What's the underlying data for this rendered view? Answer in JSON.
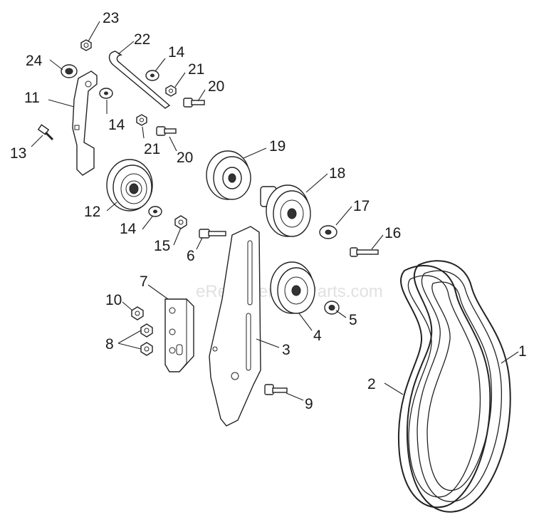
{
  "watermark": "eReplacementParts.com",
  "labels": {
    "p1": "1",
    "p2": "2",
    "p3": "3",
    "p4": "4",
    "p5": "5",
    "p6": "6",
    "p7": "7",
    "p8": "8",
    "p9": "9",
    "p10": "10",
    "p11": "11",
    "p12": "12",
    "p13": "13",
    "p14a": "14",
    "p14b": "14",
    "p14c": "14",
    "p15": "15",
    "p16": "16",
    "p17": "17",
    "p18": "18",
    "p19": "19",
    "p20a": "20",
    "p20b": "20",
    "p21a": "21",
    "p21b": "21",
    "p22": "22",
    "p23": "23",
    "p24": "24"
  }
}
